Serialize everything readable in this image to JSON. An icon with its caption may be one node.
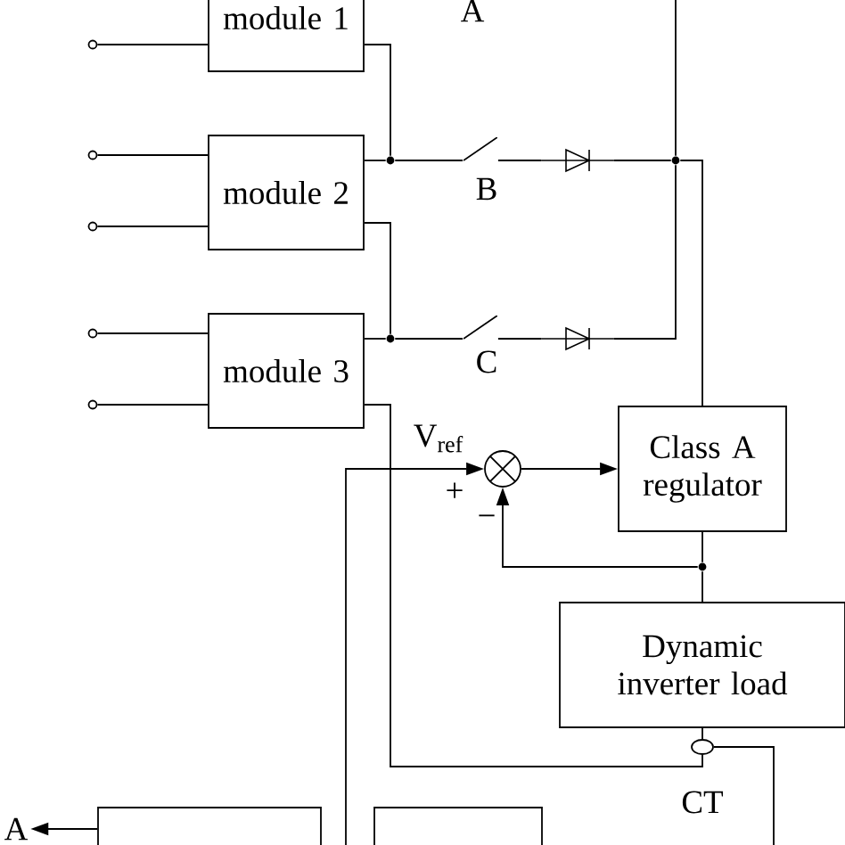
{
  "diagram": {
    "nodes": [
      {
        "text": [],
        "shape": "circle"
      },
      {
        "text": [
          "module 1"
        ]
      },
      {
        "text": [],
        "shape": "circle"
      },
      {
        "text": [],
        "shape": "circle"
      },
      {
        "text": [
          "module 2"
        ]
      },
      {
        "text": [],
        "shape": "circle"
      },
      {
        "text": [],
        "shape": "circle"
      },
      {
        "text": [
          "module 3"
        ]
      },
      {
        "text": [],
        "shape": "dot"
      },
      {
        "text": [],
        "shape": "switch"
      },
      {
        "text": [],
        "shape": "diode"
      },
      {
        "text": [],
        "shape": "dot"
      },
      {
        "text": [],
        "shape": "switch"
      },
      {
        "text": [],
        "shape": "diode"
      },
      {
        "text": [],
        "shape": "dot"
      },
      {
        "text": [],
        "shape": "circle"
      },
      {
        "text": [
          "Class A regulator"
        ]
      },
      {
        "text": [],
        "shape": "dot"
      },
      {
        "text": [
          "Dynamic inverter load"
        ]
      },
      {
        "text": [],
        "shape": "ellipse",
        "beside": [
          "CT"
        ]
      },
      {
        "text": [
          "A"
        ]
      },
      {
        "text": [],
        "shape": "box"
      },
      {
        "text": [],
        "shape": "box"
      }
    ],
    "edges": [
      {
        "from": 0,
        "to": 1,
        "arrow": "none"
      },
      {
        "from": 2,
        "to": 4,
        "arrow": "none"
      },
      {
        "from": 3,
        "to": 4,
        "arrow": "none"
      },
      {
        "from": 5,
        "to": 7,
        "arrow": "none"
      },
      {
        "from": 6,
        "to": 7,
        "arrow": "none"
      },
      {
        "from": 1,
        "to": 8,
        "arrow": "none"
      },
      {
        "from": 4,
        "to": 8,
        "arrow": "none"
      },
      {
        "from": 8,
        "to": 9,
        "arrow": "none"
      },
      {
        "from": 4,
        "to": 11,
        "arrow": "none"
      },
      {
        "from": 7,
        "to": 11,
        "arrow": "none"
      },
      {
        "from": 11,
        "to": 12,
        "arrow": "none"
      },
      {
        "from": 9,
        "to": 10,
        "arrow": "none"
      },
      {
        "from": 12,
        "to": 13,
        "arrow": "none"
      },
      {
        "from": 10,
        "to": 14,
        "arrow": "none"
      },
      {
        "from": 13,
        "to": 14,
        "arrow": "none"
      },
      {
        "from": 14,
        "to": 16,
        "arrow": "none"
      },
      {
        "from": 14,
        "to": null,
        "arrow": "none"
      },
      {
        "from": null,
        "to": 15,
        "arrow": "to"
      },
      {
        "from": 15,
        "to": 16,
        "arrow": "to"
      },
      {
        "from": 16,
        "to": 17,
        "arrow": "none"
      },
      {
        "from": 17,
        "to": 18,
        "arrow": "none"
      },
      {
        "from": 17,
        "to": 15,
        "arrow": "to"
      },
      {
        "from": 7,
        "to": 19,
        "arrow": "none"
      },
      {
        "from": 19,
        "to": 18,
        "arrow": "none"
      },
      {
        "from": 19,
        "to": null,
        "arrow": "none"
      },
      {
        "from": 21,
        "to": 20,
        "arrow": "to"
      }
    ],
    "labels": [
      "A",
      "B",
      "C",
      "V$_{ref}$",
      "+",
      "−"
    ]
  }
}
